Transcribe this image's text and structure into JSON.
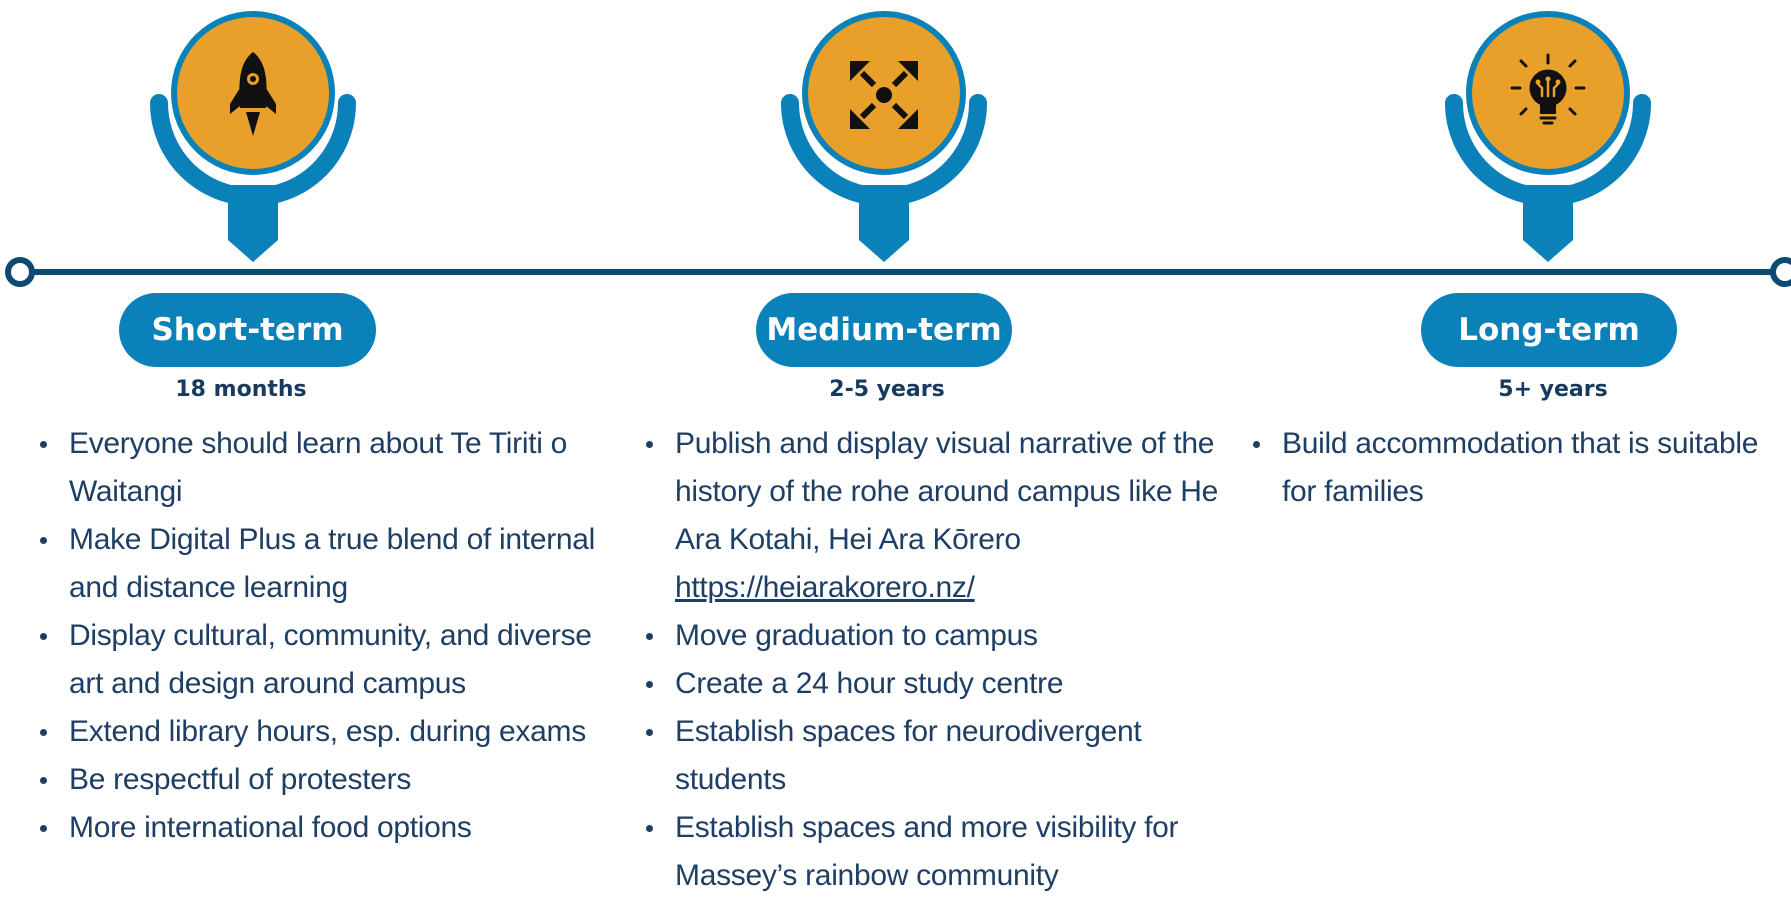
{
  "colors": {
    "primary_blue": "#0a81b8",
    "timeline_navy": "#0c4a72",
    "orange": "#e8a02a",
    "text": "#1d3f66"
  },
  "phases": [
    {
      "icon": "rocket-icon",
      "label": "Short-term",
      "duration": "18 months",
      "items": [
        "Everyone should learn about Te Tiriti o Waitangi",
        "Make Digital Plus a true blend of internal and distance learning",
        "Display cultural, community, and diverse art and design around campus",
        "Extend library hours, esp. during exams",
        "Be respectful of protesters",
        "More international food options"
      ]
    },
    {
      "icon": "expand-arrows-icon",
      "label": "Medium-term",
      "duration": "2-5 years",
      "item1_text": "Publish and display visual narrative of the history of the rohe around campus like He Ara Kotahi, Hei Ara Kōrero",
      "item1_link": "https://heiarakorero.nz/",
      "items_rest": [
        "Move graduation to campus",
        "Create a 24 hour study centre",
        "Establish spaces for neurodivergent students",
        "Establish spaces and more visibility for Massey’s rainbow community"
      ]
    },
    {
      "icon": "lightbulb-idea-icon",
      "label": "Long-term",
      "duration": "5+ years",
      "items": [
        "Build accommodation that is suitable for families"
      ]
    }
  ]
}
